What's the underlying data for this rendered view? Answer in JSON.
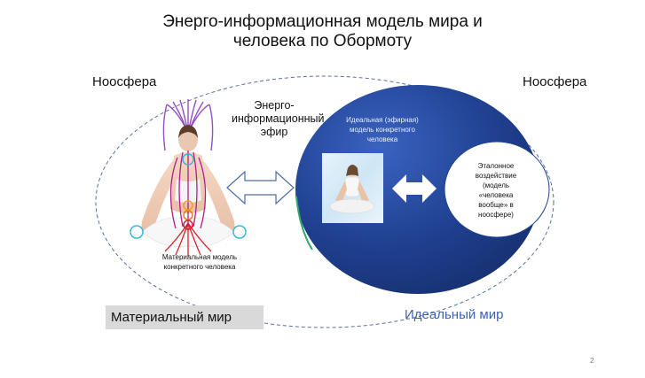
{
  "slide": {
    "title_line1": "Энерго-информационная модель мира и",
    "title_line2": "человека по Обормоту",
    "page_number": "2"
  },
  "labels": {
    "noosphere_left": "Ноосфера",
    "noosphere_right": "Ноосфера",
    "ether_line1": "Энерго-",
    "ether_line2": "информационный",
    "ether_line3": "эфир",
    "ideal_model_line1": "Идеальная (эфирная)",
    "ideal_model_line2": "модель конкретного",
    "ideal_model_line3": "человека",
    "standard_line1": "Эталонное",
    "standard_line2": "воздействие",
    "standard_line3": "(модель",
    "standard_line4": "«человека",
    "standard_line5": "вообще» в",
    "standard_line6": "ноосфере)",
    "material_model_line1": "Материальная модель",
    "material_model_line2": "конкретного человека",
    "material_world": "Материальный мир",
    "ideal_world": "Идеальный мир"
  },
  "colors": {
    "ideal_circle": "#1f3f8f",
    "ideal_world_text": "#3f62ad",
    "dashed_ellipse": "#5a6f9e",
    "arrow_outline": "#4a6fa8",
    "chakra_line": "#b01f8e",
    "energy_purple": "#7a2ea0",
    "chakra_circle": "#39b7d6",
    "material_box": "#d9d9d9"
  },
  "icons": {
    "meditating_figure": "person-lotus-energy-icon",
    "meditation_photo": "person-meditating-photo-icon",
    "hollow_double_arrow": "double-arrow-outline-icon",
    "white_double_arrow": "double-arrow-solid-icon"
  }
}
